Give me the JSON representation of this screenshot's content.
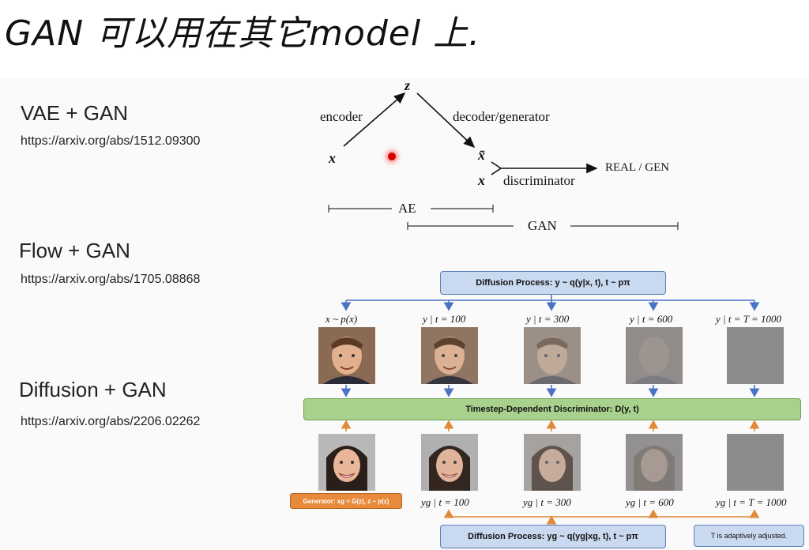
{
  "handwritten_title": "GAN 可以用在其它model 上.",
  "sections": [
    {
      "title": "VAE + GAN",
      "url": "https://arxiv.org/abs/1512.09300"
    },
    {
      "title": "Flow + GAN",
      "url": "https://arxiv.org/abs/1705.08868"
    },
    {
      "title": "Diffusion + GAN",
      "url": "https://arxiv.org/abs/2206.02262"
    }
  ],
  "vae_diagram": {
    "z": "z",
    "x": "x",
    "x_tilde": "x̃",
    "x2": "x",
    "encoder": "encoder",
    "decoder": "decoder/generator",
    "discriminator": "discriminator",
    "output": "REAL / GEN",
    "ae": "AE",
    "gan": "GAN"
  },
  "diffusion_diagram": {
    "top_process": "Diffusion Process:  y ~ q(y|x, t), t ~ pπ",
    "top_labels": [
      "x ~ p(x)",
      "y | t = 100",
      "y | t = 300",
      "y | t = 600",
      "y | t = T = 1000"
    ],
    "discriminator": "Timestep-Dependent Discriminator: D(y, t)",
    "bottom_labels": [
      "yg | t = 100",
      "yg | t = 300",
      "yg | t = 600",
      "yg | t = T = 1000"
    ],
    "generator": "Generator: xg = G(z), z ~ p(z)",
    "bottom_process": "Diffusion Process:  yg ~ q(yg|xg, t), t ~ pπ",
    "note": "T is adaptively adjusted.",
    "colors": {
      "process_box": "#c9d9ef",
      "disc_box": "#a9d18e",
      "gen_box": "#e88a3c",
      "down_arrow": "#4a72c4",
      "up_arrow": "#e08a3a"
    }
  }
}
